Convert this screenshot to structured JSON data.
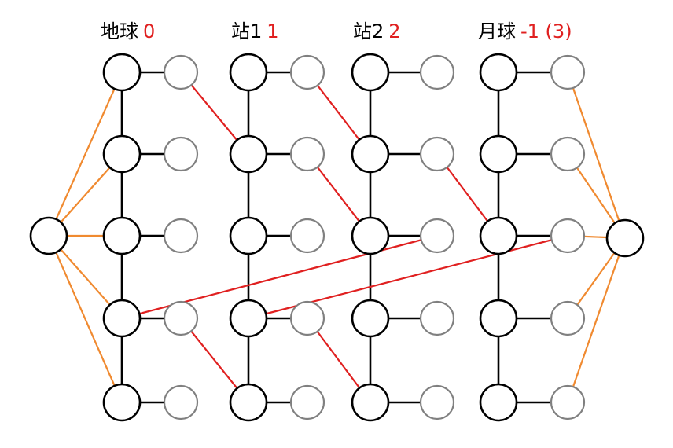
{
  "columns": [
    {
      "name": "地球",
      "index": "0"
    },
    {
      "name": "站1",
      "index": "1"
    },
    {
      "name": "站2",
      "index": "2"
    },
    {
      "name": "月球",
      "index": "-1 (3)"
    }
  ],
  "rows": 5,
  "colors": {
    "main_node": "#000000",
    "aux_node": "#808080",
    "internal_edge": "#000000",
    "transfer_edge": "#e02020",
    "terminal_edge": "#f08a30",
    "label_index": "#e02020"
  },
  "transfer_edges": [
    {
      "from": [
        0,
        0,
        "aux"
      ],
      "to": [
        1,
        1,
        "main"
      ]
    },
    {
      "from": [
        1,
        0,
        "aux"
      ],
      "to": [
        2,
        1,
        "main"
      ]
    },
    {
      "from": [
        1,
        1,
        "aux"
      ],
      "to": [
        2,
        2,
        "main"
      ]
    },
    {
      "from": [
        2,
        1,
        "aux"
      ],
      "to": [
        3,
        2,
        "main"
      ]
    },
    {
      "from": [
        2,
        2,
        "aux"
      ],
      "to": [
        0,
        3,
        "main"
      ]
    },
    {
      "from": [
        3,
        2,
        "aux"
      ],
      "to": [
        1,
        3,
        "main"
      ]
    },
    {
      "from": [
        0,
        3,
        "aux"
      ],
      "to": [
        1,
        4,
        "main"
      ]
    },
    {
      "from": [
        1,
        3,
        "aux"
      ],
      "to": [
        2,
        4,
        "main"
      ]
    }
  ],
  "source_edges": [
    [
      0,
      0,
      "main"
    ],
    [
      0,
      1,
      "main"
    ],
    [
      0,
      2,
      "main"
    ],
    [
      0,
      3,
      "main"
    ],
    [
      0,
      4,
      "main"
    ]
  ],
  "sink_edges": [
    [
      3,
      0,
      "aux"
    ],
    [
      3,
      1,
      "aux"
    ],
    [
      3,
      2,
      "aux"
    ],
    [
      3,
      3,
      "aux"
    ],
    [
      3,
      4,
      "aux"
    ]
  ]
}
